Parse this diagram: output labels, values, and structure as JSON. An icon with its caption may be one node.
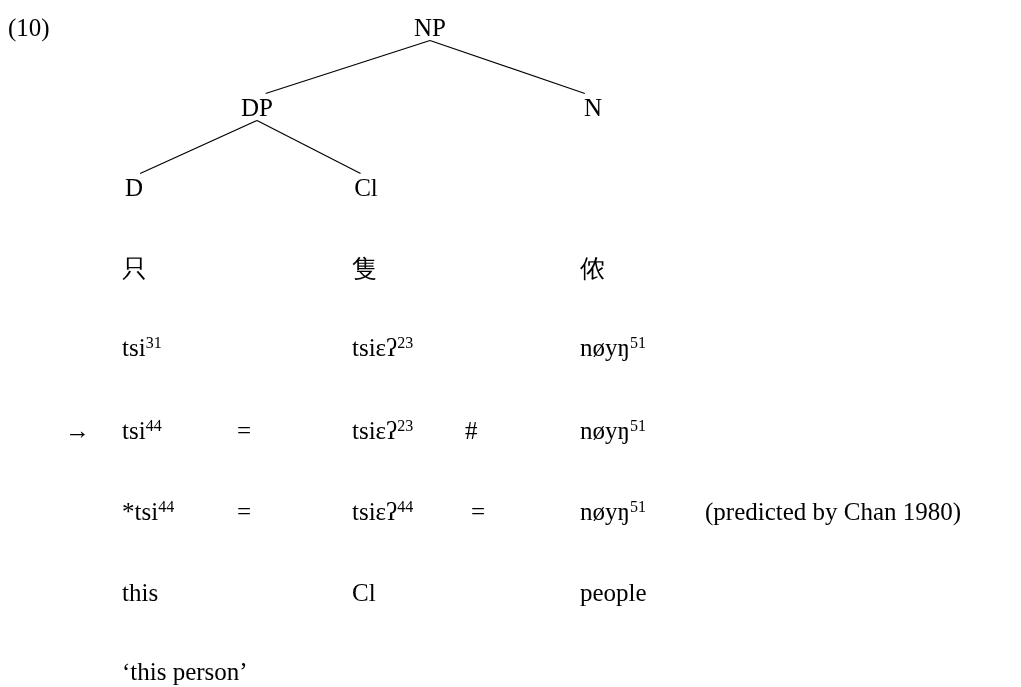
{
  "diagram": {
    "nodes": [
      {
        "text": [
          "NP"
        ]
      },
      {
        "text": [
          "DP"
        ]
      },
      {
        "text": [
          "N"
        ]
      },
      {
        "text": [
          "D"
        ]
      },
      {
        "text": [
          "Cl"
        ]
      }
    ],
    "edges": [
      {
        "from": 0,
        "to": 1,
        "arrow": "none"
      },
      {
        "from": 0,
        "to": 2,
        "arrow": "none"
      },
      {
        "from": 1,
        "to": 3,
        "arrow": "none"
      },
      {
        "from": 1,
        "to": 4,
        "arrow": "none"
      }
    ],
    "labels": [
      "(10)",
      "只",
      "隻",
      "侬",
      "tsi$^{31}$",
      "tsiɛʔ$^{23}$",
      "nøyŋ$^{51}$",
      "→",
      "tsi$^{44}$",
      "=",
      "tsiɛʔ$^{23}$",
      "#",
      "nøyŋ$^{51}$",
      "*tsi$^{44}$",
      "=",
      "tsiɛʔ$^{44}$",
      "=",
      "nøyŋ$^{51}$",
      "(predicted by Chan 1980)",
      "this",
      "Cl",
      "people",
      "‘this person’"
    ]
  }
}
